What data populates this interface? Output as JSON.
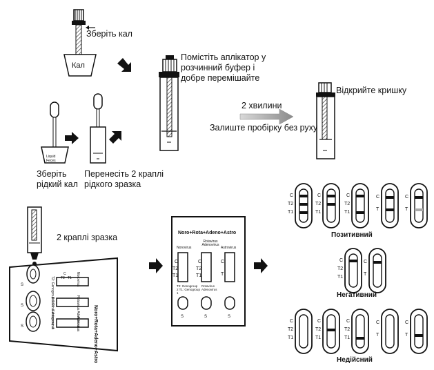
{
  "steps": {
    "collect_stool": "Зберіть кал",
    "container_label": "Кал",
    "place_applicator": [
      "Помістіть аплікатор у",
      "розчинний буфер і",
      "добре перемішайте"
    ],
    "wait_time": "2 хвилини",
    "leave_tube": "Залиште пробірку без руху",
    "open_cap": "Відкрийте кришку",
    "collect_liquid": [
      "Зберіть",
      "рідкий кал"
    ],
    "transfer_drops": [
      "Перенесіть 2 краплі",
      "рідкого зразка"
    ],
    "liquid_feces": [
      "Liquid",
      "Feces"
    ],
    "two_drops_sample": "2 краплі зразка"
  },
  "cassette": {
    "title": "Noro+Rota+Adeno+Astro",
    "columns": [
      "Norovirus",
      "Rotavirus Adenovirus",
      "Astrovirus"
    ],
    "line_labels": [
      "C",
      "T2",
      "T1"
    ],
    "line_labels_single": [
      "C",
      "T"
    ],
    "sub_labels": [
      "T2: Genogroup 2 T1: Genogroup 1",
      "Rotavirus Adenovirus"
    ],
    "sample_well": "S"
  },
  "results": {
    "positive": "Позитивний",
    "negative": "Негативний",
    "invalid": "Недійсний"
  }
}
